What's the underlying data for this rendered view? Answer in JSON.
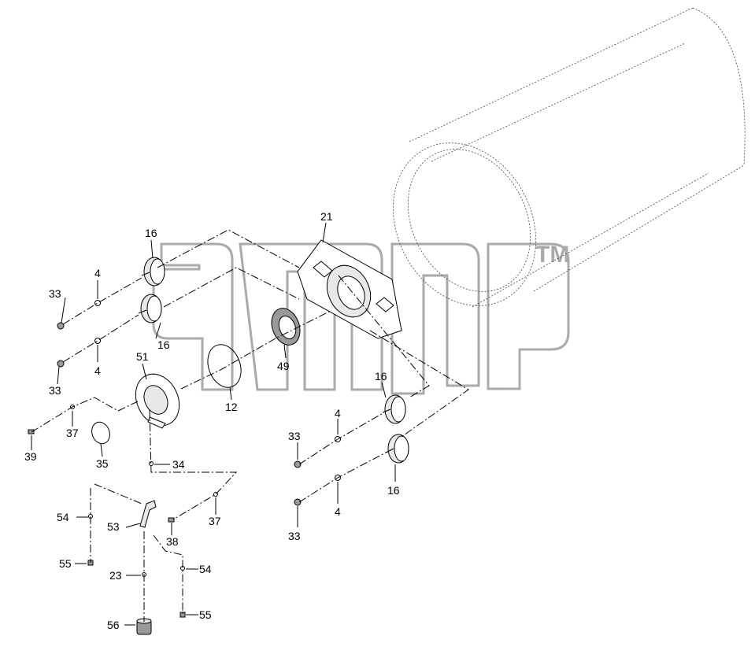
{
  "watermark": {
    "text": "amp",
    "tm": "TM"
  },
  "callouts": [
    {
      "id": "c21",
      "text": "21"
    },
    {
      "id": "c16a",
      "text": "16"
    },
    {
      "id": "c4a",
      "text": "4"
    },
    {
      "id": "c33a",
      "text": "33"
    },
    {
      "id": "c16b",
      "text": "16"
    },
    {
      "id": "c4b",
      "text": "4"
    },
    {
      "id": "c33b",
      "text": "33"
    },
    {
      "id": "c51",
      "text": "51"
    },
    {
      "id": "c12",
      "text": "12"
    },
    {
      "id": "c49",
      "text": "49"
    },
    {
      "id": "c37a",
      "text": "37"
    },
    {
      "id": "c39",
      "text": "39"
    },
    {
      "id": "c35",
      "text": "35"
    },
    {
      "id": "c34",
      "text": "34"
    },
    {
      "id": "c54a",
      "text": "54"
    },
    {
      "id": "c53",
      "text": "53"
    },
    {
      "id": "c38",
      "text": "38"
    },
    {
      "id": "c37b",
      "text": "37"
    },
    {
      "id": "c55a",
      "text": "55"
    },
    {
      "id": "c23",
      "text": "23"
    },
    {
      "id": "c54b",
      "text": "54"
    },
    {
      "id": "c55b",
      "text": "55"
    },
    {
      "id": "c56",
      "text": "56"
    },
    {
      "id": "c16c",
      "text": "16"
    },
    {
      "id": "c4c",
      "text": "4"
    },
    {
      "id": "c33c",
      "text": "33"
    },
    {
      "id": "c16d",
      "text": "16"
    },
    {
      "id": "c4d",
      "text": "4"
    },
    {
      "id": "c33d",
      "text": "33"
    }
  ]
}
